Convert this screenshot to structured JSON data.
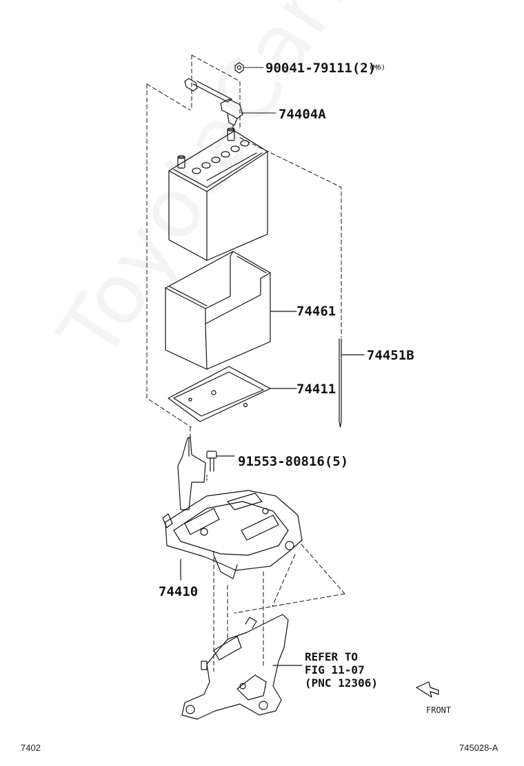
{
  "watermark": "ToyotaCarMine.ru",
  "parts": {
    "nut": "90041-79111(2)",
    "nut_size": "(M6)",
    "clamp": "74404A",
    "battery_cover": "74461",
    "rod": "74451B",
    "tray": "74411",
    "bolt": "91553-80816(5)",
    "carrier": "74410"
  },
  "note": {
    "line1": "REFER TO",
    "line2": "FIG 11-07",
    "line3": "(PNC 12306)"
  },
  "front_label": "FRONT",
  "footer": {
    "left": "7402",
    "right": "745028-A"
  }
}
